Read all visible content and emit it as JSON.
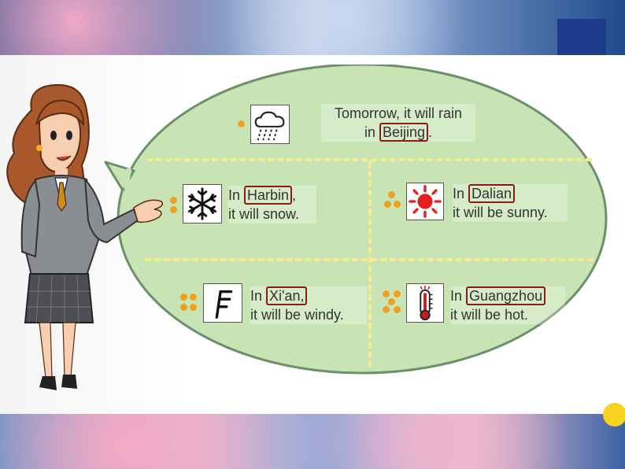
{
  "slide": {
    "colors": {
      "bubble_fill": "#c9e4b4",
      "bubble_border": "#6e8f6b",
      "divider": "#f1ec8f",
      "city_border": "#8b1a1a",
      "bullet": "#f0a020"
    },
    "forecasts": [
      {
        "id": "beijing",
        "icon": "rain-cloud-icon",
        "line1_prefix": "Tomorrow, it will rain",
        "line2_prefix": "in ",
        "city": "Beijing",
        "line2_suffix": ".",
        "bullet_count": 1
      },
      {
        "id": "harbin",
        "icon": "snowflake-icon",
        "line1_prefix": "In ",
        "city": "Harbin",
        "line1_suffix": ",",
        "line2": "it will snow.",
        "bullet_count": 2
      },
      {
        "id": "dalian",
        "icon": "sun-icon",
        "line1_prefix": "In ",
        "city": "Dalian",
        "line1_suffix": "",
        "line2": "it will be sunny.",
        "bullet_count": 3
      },
      {
        "id": "xian",
        "icon": "wind-flag-icon",
        "line1_prefix": "In ",
        "city": "Xi'an,",
        "line1_suffix": "",
        "line2": "it will be windy.",
        "bullet_count": 4
      },
      {
        "id": "guangzhou",
        "icon": "thermometer-hot-icon",
        "line1_prefix": "In ",
        "city": "Guangzhou",
        "line1_suffix": "",
        "line2": "it will be hot.",
        "bullet_count": 5
      }
    ]
  }
}
